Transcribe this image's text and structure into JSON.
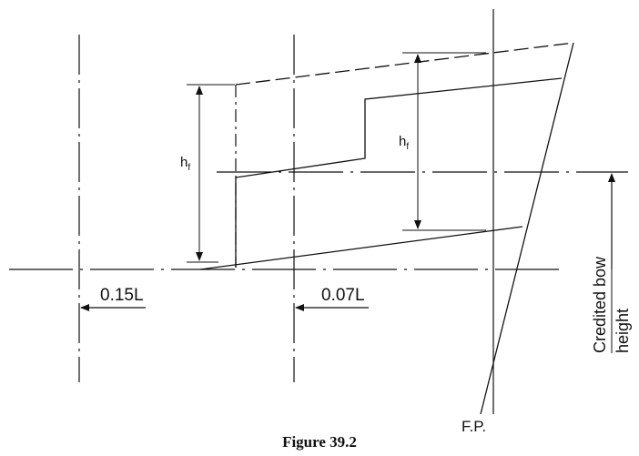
{
  "figure": {
    "caption": "Figure 39.2",
    "labels": {
      "hf_left": "h",
      "hf_left_sub": "f",
      "hf_right": "h",
      "hf_right_sub": "f",
      "dist_015": "0.15L",
      "dist_007": "0.07L",
      "fp": "F.P.",
      "credited_line1": "Credited bow",
      "credited_line2": "height"
    },
    "colors": {
      "ink": "#111111",
      "background": "#ffffff"
    },
    "icons": [
      "arrow-left-icon",
      "arrow-up-icon",
      "arrow-down-icon"
    ]
  }
}
